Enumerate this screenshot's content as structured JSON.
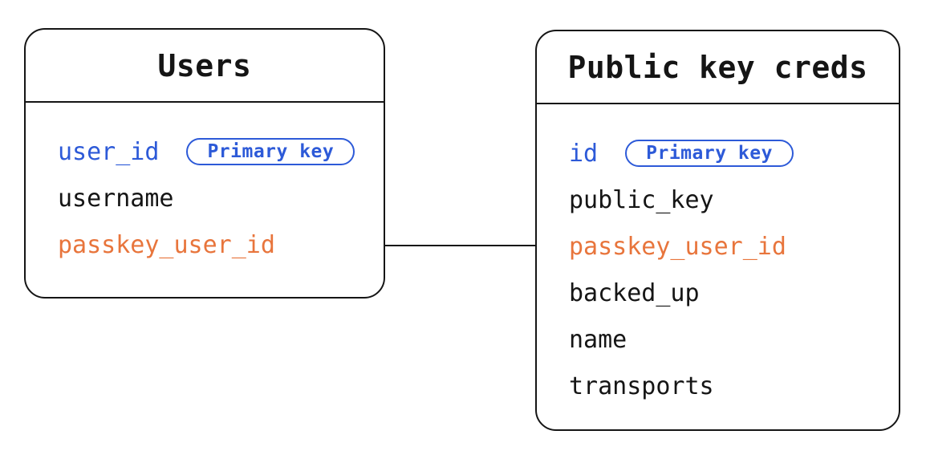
{
  "diagram": {
    "background": "#ffffff",
    "colors": {
      "line": "#151515",
      "text": "#151515",
      "primary_key_blue": "#2d5ad8",
      "foreign_key_orange": "#e8753c"
    },
    "tables": [
      {
        "title": "Users",
        "fields": [
          {
            "name": "user_id",
            "role": "primary",
            "badge": "Primary key"
          },
          {
            "name": "username",
            "role": "normal"
          },
          {
            "name": "passkey_user_id",
            "role": "accent"
          }
        ]
      },
      {
        "title": "Public key creds",
        "fields": [
          {
            "name": "id",
            "role": "primary",
            "badge": "Primary key"
          },
          {
            "name": "public_key",
            "role": "normal"
          },
          {
            "name": "passkey_user_id",
            "role": "accent"
          },
          {
            "name": "backed_up",
            "role": "normal"
          },
          {
            "name": "name",
            "role": "normal"
          },
          {
            "name": "transports",
            "role": "normal"
          }
        ]
      }
    ],
    "relationship": {
      "from_table": "Users",
      "from_field": "passkey_user_id",
      "to_table": "Public key creds",
      "to_field": "passkey_user_id",
      "style": "plain-line"
    }
  }
}
